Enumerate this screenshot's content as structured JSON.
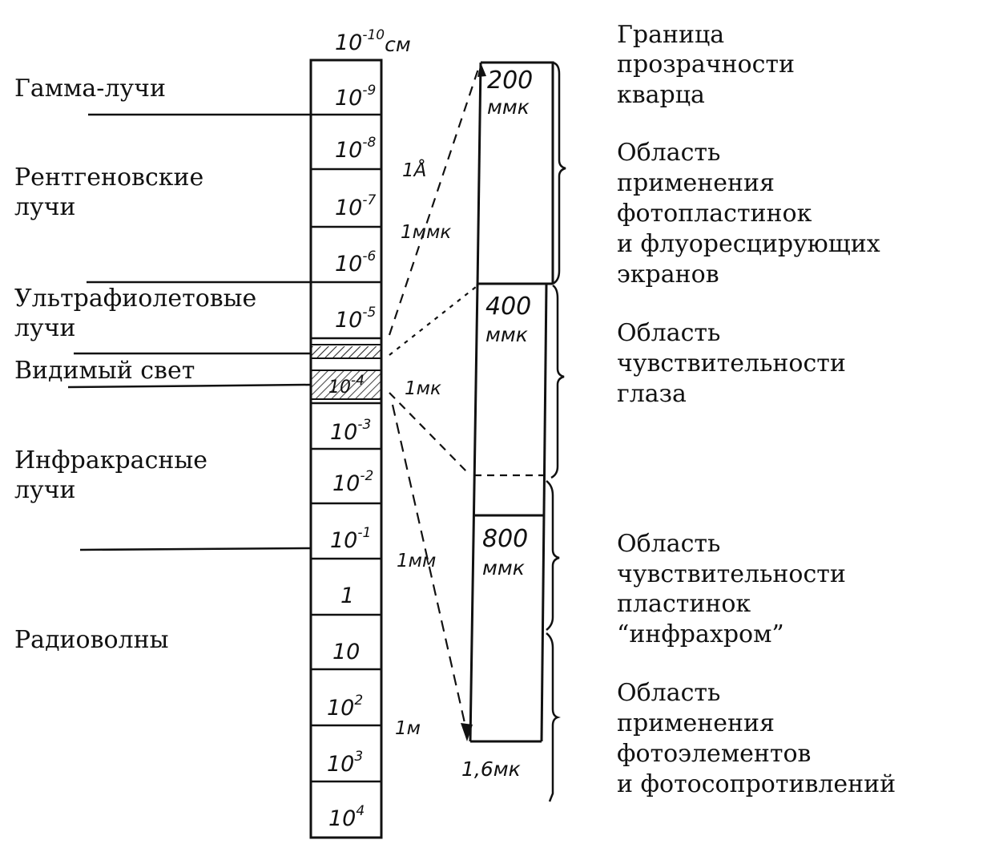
{
  "scale": {
    "top_label": {
      "base": "10",
      "exp": "-10",
      "unit": "см"
    },
    "cells": [
      {
        "base": "10",
        "exp": "-9"
      },
      {
        "base": "10",
        "exp": "-8"
      },
      {
        "base": "10",
        "exp": "-7"
      },
      {
        "base": "10",
        "exp": "-6"
      },
      {
        "base": "10",
        "exp": "-5"
      },
      {
        "base": "10",
        "exp": "-4"
      },
      {
        "base": "10",
        "exp": "-3"
      },
      {
        "base": "10",
        "exp": "-2"
      },
      {
        "base": "10",
        "exp": "-1"
      },
      {
        "base": "1",
        "exp": ""
      },
      {
        "base": "10",
        "exp": ""
      },
      {
        "base": "10",
        "exp": "2"
      },
      {
        "base": "10",
        "exp": "3"
      },
      {
        "base": "10",
        "exp": "4"
      }
    ],
    "markers": [
      "1Å",
      "1ммк",
      "1мк",
      "1мм",
      "1м"
    ]
  },
  "radiation_types": [
    {
      "lines": [
        "Гамма-лучи"
      ]
    },
    {
      "lines": [
        "Рентгеновские",
        "лучи"
      ]
    },
    {
      "lines": [
        "Ультрафиолетовые",
        "лучи"
      ]
    },
    {
      "lines": [
        "Видимый свет"
      ]
    },
    {
      "lines": [
        "Инфракрасные",
        "лучи"
      ]
    },
    {
      "lines": [
        "Радиоволны"
      ]
    }
  ],
  "detail_band": {
    "labels": [
      {
        "value": "200",
        "unit": "ммк"
      },
      {
        "value": "400",
        "unit": "ммк"
      },
      {
        "value": "800",
        "unit": "ммк"
      }
    ],
    "bottom_label": "1,6мк"
  },
  "regions": [
    {
      "lines": [
        "Граница",
        "прозрачности",
        "кварца"
      ]
    },
    {
      "lines": [
        "Область",
        "применения",
        "фотопластинок",
        "и флуоресцирующих",
        "экранов"
      ]
    },
    {
      "lines": [
        "Область",
        "чувствительности",
        "глаза"
      ]
    },
    {
      "lines": [
        "Область",
        "чувствительности",
        "пластинок",
        "“инфрахром”"
      ]
    },
    {
      "lines": [
        "Область",
        "применения",
        "фотоэлементов",
        "и фотосопротивлений"
      ]
    }
  ]
}
